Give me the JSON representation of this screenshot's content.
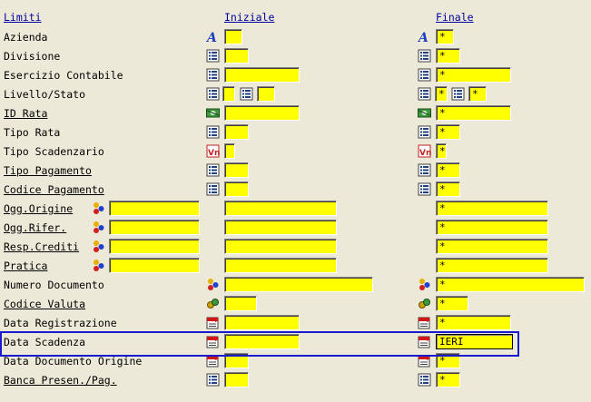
{
  "headers": {
    "limiti": "Limiti",
    "iniziale": "Iniziale",
    "finale": "Finale"
  },
  "rows": [
    {
      "label": "Azienda",
      "icon": "letter-a-icon",
      "ini": "",
      "fin": "*"
    },
    {
      "label": "Divisione",
      "icon": "list-icon",
      "ini": "",
      "fin": "*"
    },
    {
      "label": "Esercizio Contabile",
      "icon": "list-icon",
      "ini": "",
      "fin": "*"
    },
    {
      "label": "Livello/Stato",
      "icon": "list-icon",
      "ini": "",
      "ini2": "",
      "fin": "*",
      "fin2": "*"
    },
    {
      "label": "ID Rata",
      "icon": "cash-icon",
      "ini": "",
      "fin": "*"
    },
    {
      "label": "Tipo Rata",
      "icon": "list-icon",
      "ini": "",
      "fin": "*"
    },
    {
      "label": "Tipo Scadenzario",
      "icon": "value-list-icon",
      "ini": "",
      "fin": "*"
    },
    {
      "label": "Tipo Pagamento",
      "icon": "list-icon",
      "ini": "",
      "fin": "*"
    },
    {
      "label": "Codice Pagamento",
      "icon": "list-icon",
      "ini": "",
      "fin": "*"
    },
    {
      "label": "Ogg.Origine",
      "icon": "objects-icon",
      "pre": "",
      "ini": "",
      "fin": "*"
    },
    {
      "label": "Ogg.Rifer.",
      "icon": "objects-icon",
      "pre": "",
      "ini": "",
      "fin": "*"
    },
    {
      "label": "Resp.Crediti",
      "icon": "objects-icon",
      "pre": "",
      "ini": "",
      "fin": "*"
    },
    {
      "label": "Pratica",
      "icon": "objects-icon",
      "pre": "",
      "ini": "",
      "fin": "*"
    },
    {
      "label": "Numero Documento",
      "icon": "objects-icon",
      "ini": "",
      "fin": "*"
    },
    {
      "label": "Codice Valuta",
      "icon": "currency-icon",
      "ini": "",
      "fin": "*"
    },
    {
      "label": "Data Registrazione",
      "icon": "calendar-icon",
      "ini": "",
      "fin": "*"
    },
    {
      "label": "Data Scadenza",
      "icon": "calendar-icon",
      "ini": "",
      "fin": "IERI"
    },
    {
      "label": "Data Documento Origine",
      "icon": "calendar-icon",
      "ini": "",
      "fin": "*"
    },
    {
      "label": "Banca Presen./Pag.",
      "icon": "list-icon",
      "ini": "",
      "fin": "*"
    }
  ],
  "colors": {
    "field": "#FFFF00",
    "background": "#ECE9D8",
    "header": "#0000A0",
    "selection": "#1A1AD0"
  }
}
